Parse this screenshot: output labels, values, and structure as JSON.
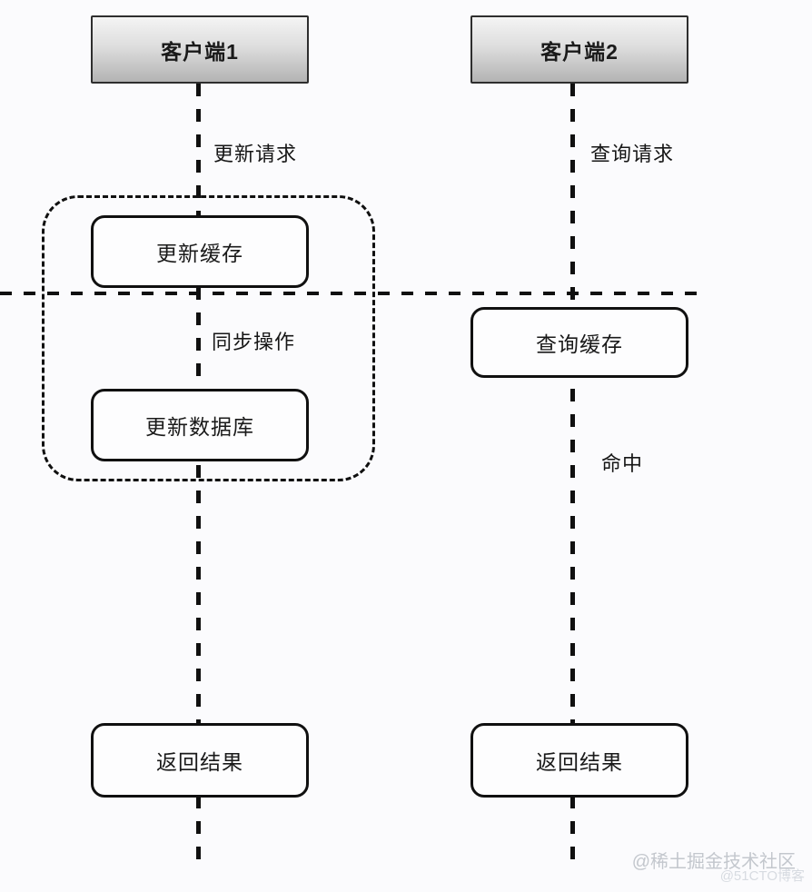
{
  "diagram": {
    "actors": [
      {
        "id": "client1",
        "label": "客户端1"
      },
      {
        "id": "client2",
        "label": "客户端2"
      }
    ],
    "edge_labels": {
      "update_request": "更新请求",
      "query_request": "查询请求",
      "sync_operation": "同步操作",
      "hit": "命中"
    },
    "nodes": {
      "update_cache": "更新缓存",
      "query_cache": "查询缓存",
      "update_database": "更新数据库",
      "return_result_left": "返回结果",
      "return_result_right": "返回结果"
    },
    "colors": {
      "line": "#101010",
      "background": "#fbfbfd",
      "node_fill": "#fdfdfe",
      "actor_gradient_top": "#f4f4f4",
      "actor_gradient_bottom": "#b3b3b3",
      "actor_border": "#2e2e2e"
    }
  },
  "watermarks": [
    {
      "text": "@稀土掘金技术社区",
      "color": "#c3c7cd"
    },
    {
      "text": "@51CTO博客",
      "color": "#d7dbe1"
    }
  ]
}
